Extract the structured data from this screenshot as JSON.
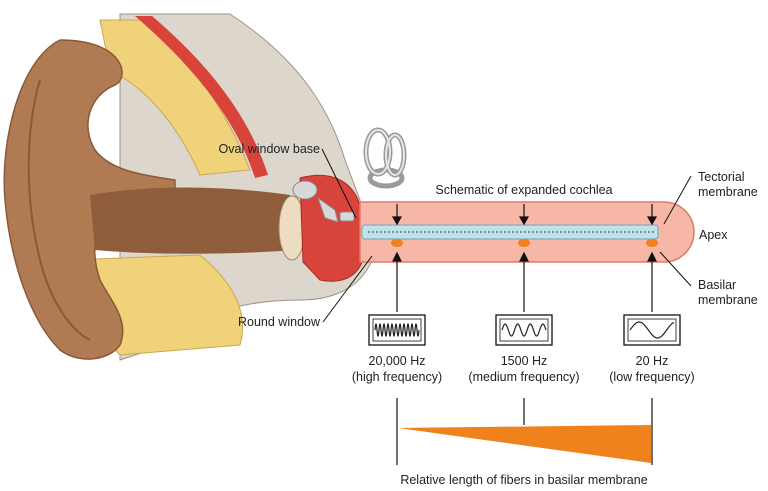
{
  "labels": {
    "oval_window_base": "Oval window base",
    "round_window": "Round window",
    "schematic_title": "Schematic of expanded cochlea",
    "tectorial_line1": "Tectorial",
    "tectorial_line2": "membrane",
    "apex": "Apex",
    "basilar_line1": "Basilar",
    "basilar_line2": "membrane",
    "fiber_caption": "Relative length of fibers in basilar membrane"
  },
  "frequencies": [
    {
      "hz": "20,000 Hz",
      "desc": "(high frequency)",
      "wave": "high"
    },
    {
      "hz": "1500 Hz",
      "desc": "(medium frequency)",
      "wave": "medium"
    },
    {
      "hz": "20 Hz",
      "desc": "(low frequency)",
      "wave": "low"
    }
  ],
  "colors": {
    "skin": "#b07a52",
    "skin_dark": "#8a5a38",
    "canal": "#8f5d3c",
    "bone": "#dcd6cc",
    "fat": "#f0d27a",
    "muscle": "#d9443a",
    "cochlea_fill": "#f6b7a6",
    "cochlea_stroke": "#e07a68",
    "membrane": "#bfe3ea",
    "orange": "#f0821e"
  }
}
